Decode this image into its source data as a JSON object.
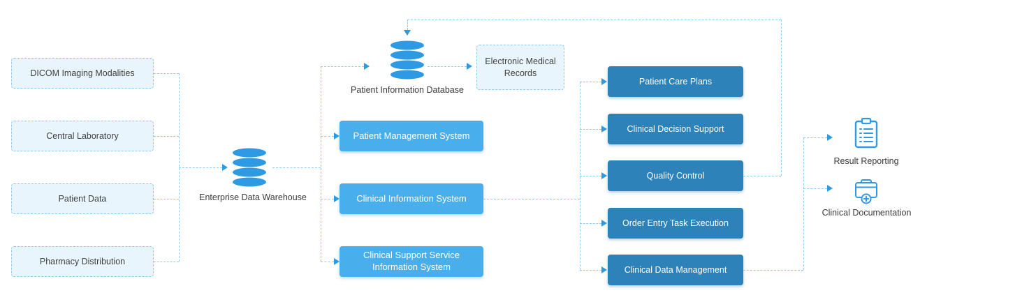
{
  "diagram": {
    "sources": [
      {
        "label": "DICOM Imaging Modalities"
      },
      {
        "label": "Central Laboratory"
      },
      {
        "label": "Patient Data"
      },
      {
        "label": "Pharmacy Distribution"
      }
    ],
    "warehouse": {
      "label": "Enterprise Data Warehouse",
      "icon": "database-icon"
    },
    "patient_database": {
      "label": "Patient Information Database",
      "icon": "database-icon"
    },
    "emr": {
      "label": "Electronic Medical Records"
    },
    "systems": [
      {
        "label": "Patient Management System"
      },
      {
        "label": "Clinical Information System"
      },
      {
        "label": "Clinical Support Service Information System"
      }
    ],
    "functions": [
      {
        "label": "Patient Care Plans"
      },
      {
        "label": "Clinical Decision Support"
      },
      {
        "label": "Quality Control"
      },
      {
        "label": "Order Entry Task Execution"
      },
      {
        "label": "Clinical Data Management"
      }
    ],
    "outputs": [
      {
        "label": "Result Reporting",
        "icon": "clipboard-report-icon"
      },
      {
        "label": "Clinical Documentation",
        "icon": "document-plus-icon"
      }
    ],
    "colors": {
      "source_box_bg": "#e9f5fd",
      "source_box_border": "#8ec9ec",
      "system_box_bg": "#49afec",
      "function_box_bg": "#2d82ba",
      "connector": "#8fccf0",
      "arrow": "#2e9ae4",
      "icon_blue": "#2e9ae4",
      "text_dark": "#3a3a3a",
      "text_light": "#ffffff"
    }
  }
}
